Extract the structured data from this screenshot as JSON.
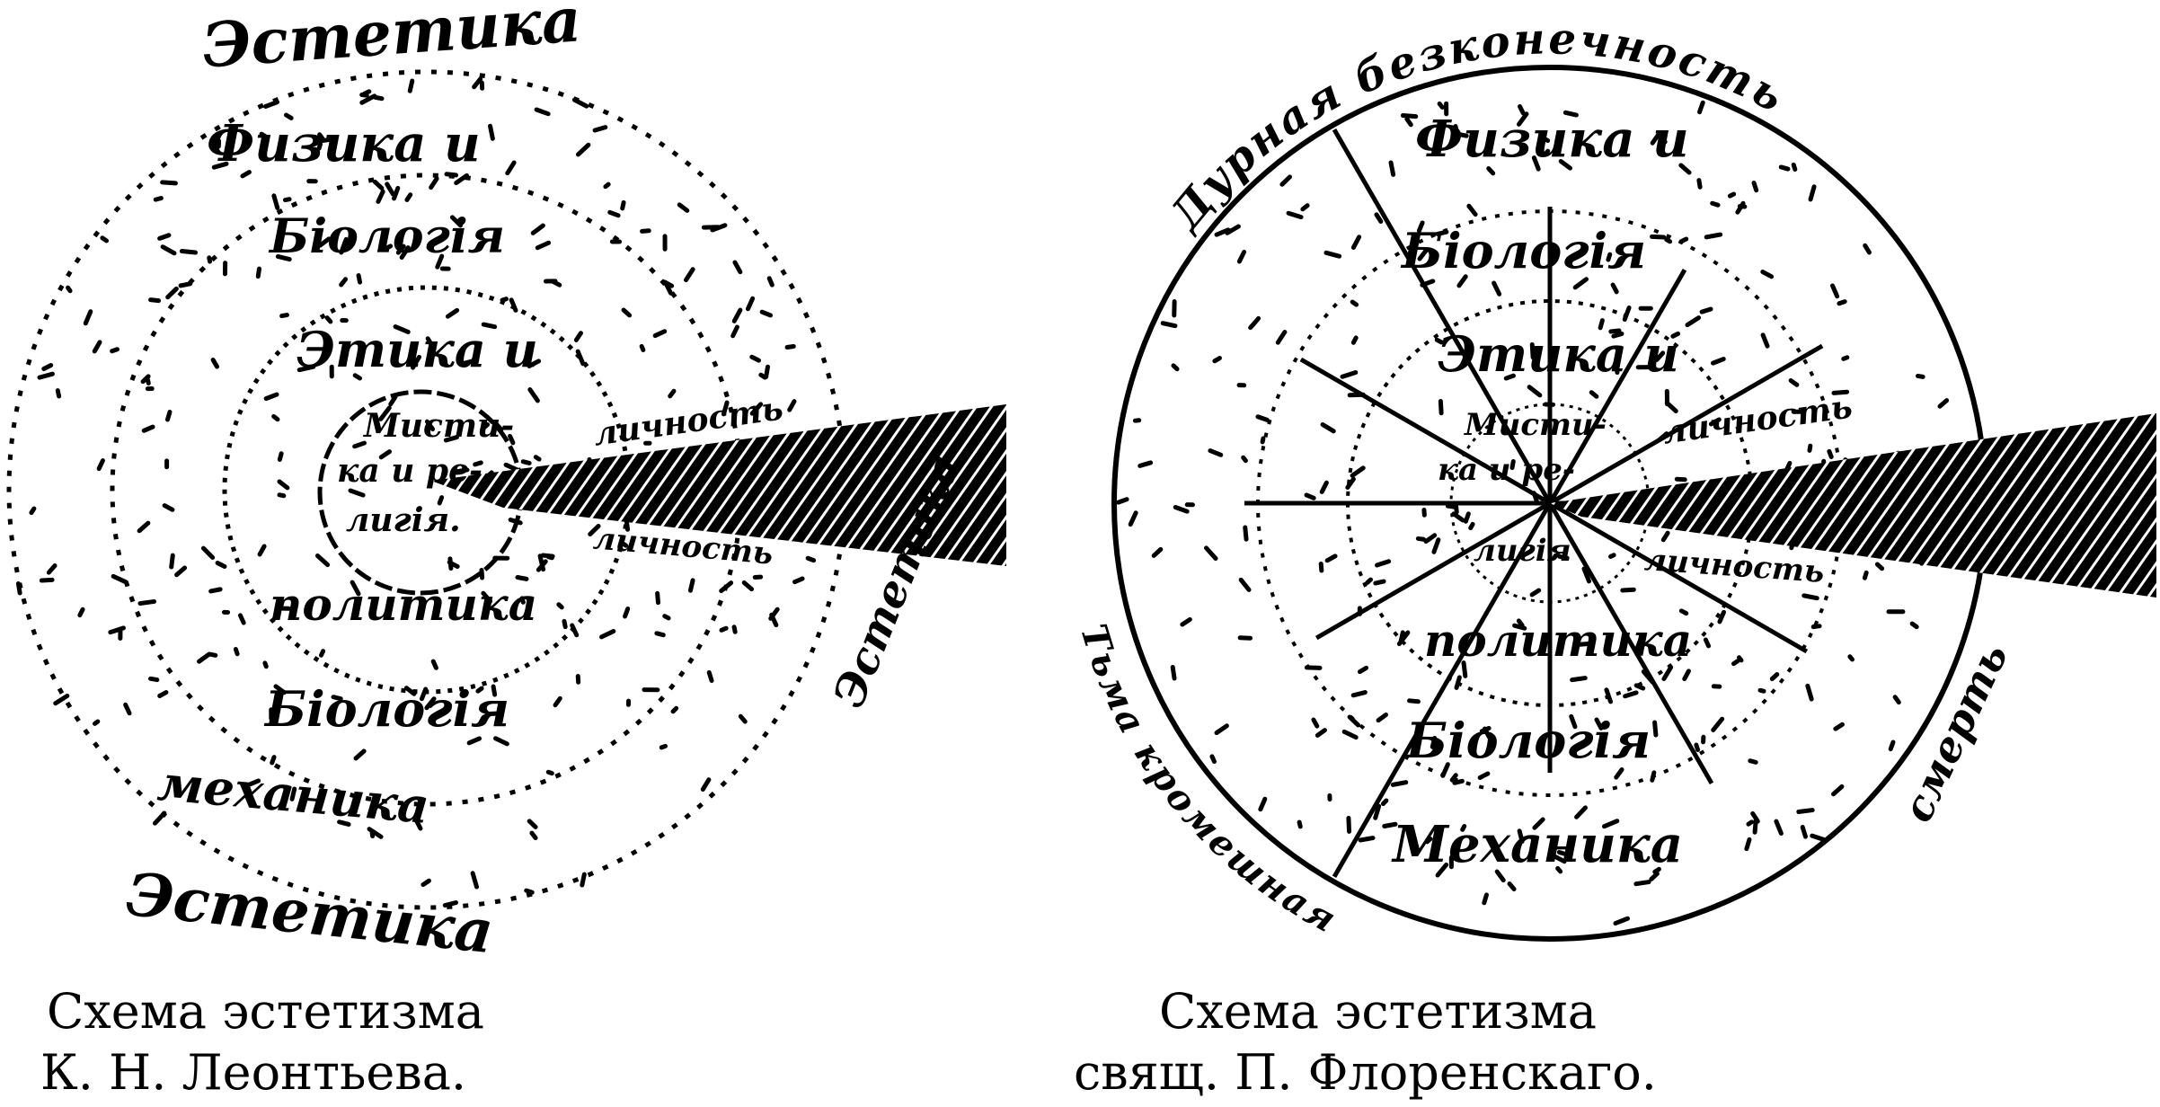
{
  "colors": {
    "ink": "#000000",
    "paper": "#ffffff"
  },
  "left_scheme": {
    "labels": {
      "aesthetics_top": "Эстетика",
      "physics": "Физика и",
      "biology_top": "Біологія",
      "ethics": "Этика и",
      "mystic_1": "Мисти-",
      "mystic_2": "ка и ре-",
      "mystic_3": "лигія.",
      "personality_top": "личность",
      "personality_bottom": "личность",
      "politics": "политика",
      "biology_bottom": "Біологія",
      "mechanics": "механика",
      "aesthetics_bottom": "Эстетика",
      "aesthetics_right": "Эстетика"
    },
    "caption_line1": "Схема эстетизма",
    "caption_line2": "К. Н. Леонтьева."
  },
  "right_scheme": {
    "labels": {
      "bad_infinity": "Дурная безконечность",
      "physics": "Физика и",
      "biology_top": "Біологія",
      "ethics": "Этика и",
      "mystic_1": "Мисти-",
      "mystic_2": "ка и ре-",
      "mystic_3": "лигія",
      "personality_top": "личность",
      "personality_bottom": "личность",
      "politics": "политика",
      "biology_bottom": "Біологія",
      "mechanics": "Механика",
      "outer_darkness": "Тьма кромешная",
      "death": "смерть"
    },
    "caption_line1": "Схема эстетизма",
    "caption_line2": "свящ. П. Флоренскаго."
  }
}
